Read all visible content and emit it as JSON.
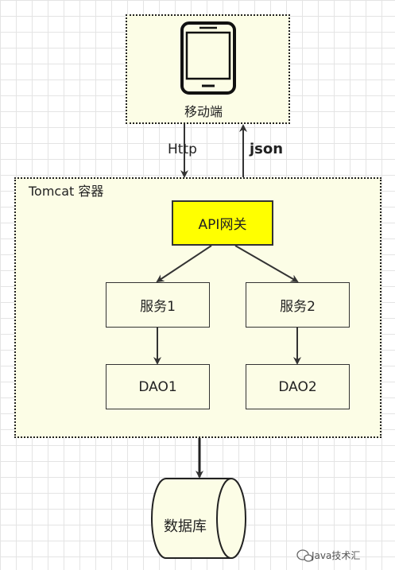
{
  "mobile": {
    "label": "移动端",
    "icon": "smartphone-icon"
  },
  "edges": {
    "request_label": "Http",
    "response_label": "json"
  },
  "tomcat": {
    "label": "Tomcat 容器"
  },
  "gateway": {
    "label": "API网关",
    "fill": "#ffff00"
  },
  "services": [
    {
      "label": "服务1",
      "dao": "DAO1"
    },
    {
      "label": "服务2",
      "dao": "DAO2"
    }
  ],
  "database": {
    "label": "数据库"
  },
  "watermark": {
    "label": "Java技术汇",
    "icon": "wechat-icon"
  }
}
